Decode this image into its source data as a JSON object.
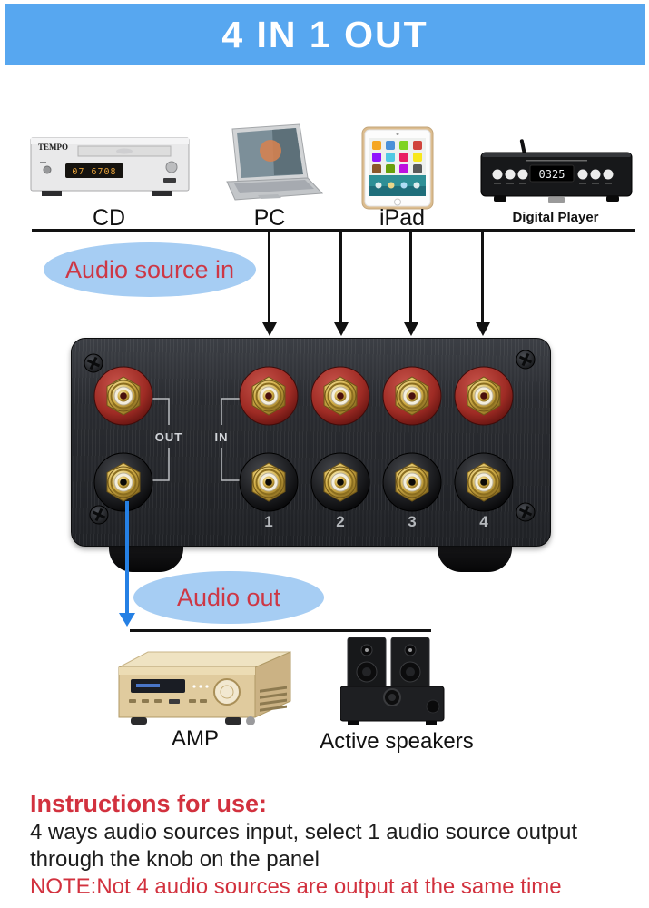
{
  "banner": {
    "title": "4 IN 1 OUT",
    "bg_color": "#57a7f0"
  },
  "sources": {
    "bubble_label": "Audio source in",
    "devices": [
      {
        "label": "CD"
      },
      {
        "label": "PC"
      },
      {
        "label": "iPad"
      },
      {
        "label": "Digital Player"
      }
    ],
    "cd_brand": "TEMPO",
    "cd_display": "07 6708",
    "player_display": "0325"
  },
  "switcher": {
    "out_label": "OUT",
    "in_label": "IN",
    "input_numbers": [
      "1",
      "2",
      "3",
      "4"
    ]
  },
  "output": {
    "bubble_label": "Audio out",
    "devices": [
      {
        "label": "AMP"
      },
      {
        "label": "Active speakers"
      }
    ]
  },
  "instructions": {
    "heading": "Instructions for use:",
    "line1": "4 ways audio sources input, select 1 audio source output",
    "line2": "through the knob on the panel",
    "note": "NOTE:Not 4 audio sources are output at the same time"
  },
  "colors": {
    "banner_blue": "#57a7f0",
    "bubble_blue": "#a6cdf3",
    "label_red": "#cd3745",
    "note_red": "#d2313e",
    "arrow_blue": "#2580e4",
    "rca_red": "#9e2b24",
    "rca_gold": "#d4b04a"
  }
}
